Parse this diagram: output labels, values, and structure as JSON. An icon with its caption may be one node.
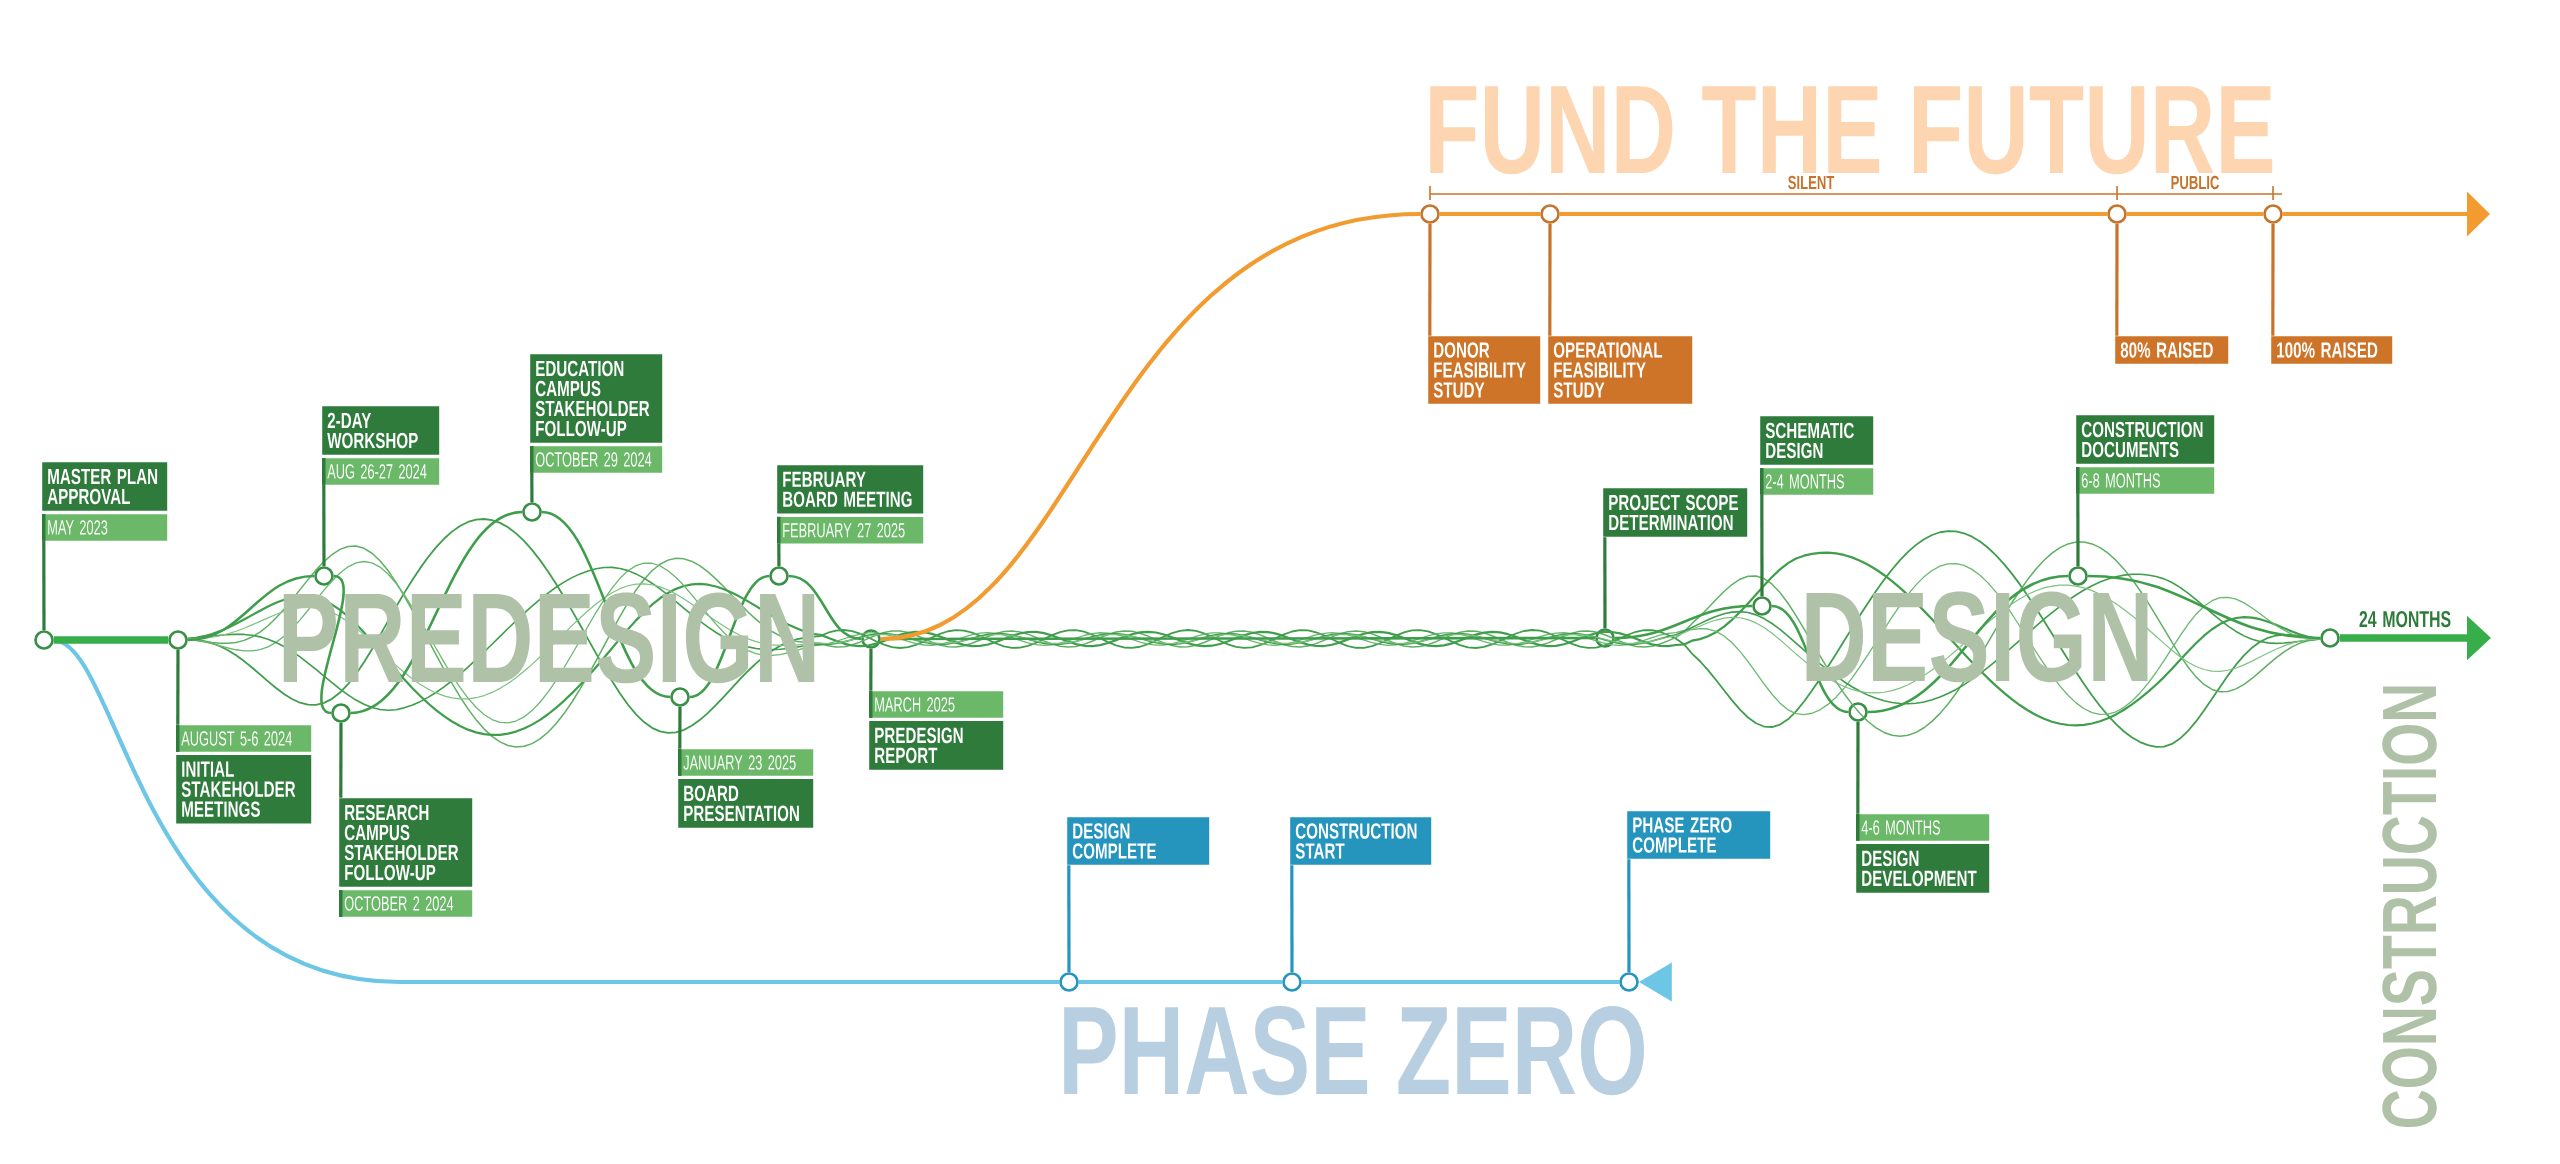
{
  "diagram": {
    "nodes": [
      {
        "text": [
          "MASTER PLAN APPROVAL",
          "MAY 2023"
        ]
      },
      {
        "text": [
          "AUGUST 5-6 2024",
          "INITIAL STAKEHOLDER MEETINGS"
        ]
      },
      {
        "text": [
          "2-DAY WORKSHOP",
          "AUG 26-27 2024"
        ]
      },
      {
        "text": [
          "RESEARCH CAMPUS STAKEHOLDER FOLLOW-UP",
          "OCTOBER 2 2024"
        ]
      },
      {
        "text": [
          "EDUCATION CAMPUS STAKEHOLDER FOLLOW-UP",
          "OCTOBER 29 2024"
        ]
      },
      {
        "text": [
          "JANUARY 23 2025",
          "BOARD PRESENTATION"
        ]
      },
      {
        "text": [
          "FEBRUARY BOARD MEETING",
          "FEBRUARY 27 2025"
        ]
      },
      {
        "text": [
          "MARCH 2025",
          "PREDESIGN REPORT"
        ]
      },
      {
        "text": [
          "DESIGN COMPLETE"
        ]
      },
      {
        "text": [
          "CONSTRUCTION START"
        ]
      },
      {
        "text": [
          "DONOR FEASIBILITY STUDY"
        ]
      },
      {
        "text": [
          "OPERATIONAL FEASIBILITY STUDY"
        ]
      },
      {
        "text": [
          "PROJECT SCOPE DETERMINATION"
        ]
      },
      {
        "text": [
          "PHASE ZERO COMPLETE"
        ]
      },
      {
        "text": [
          "SCHEMATIC DESIGN",
          "2-4 MONTHS"
        ]
      },
      {
        "text": [
          "4-6 MONTHS",
          "DESIGN DEVELOPMENT"
        ]
      },
      {
        "text": [
          "CONSTRUCTION DOCUMENTS",
          "6-8 MONTHS"
        ]
      },
      {
        "text": [
          "80% RAISED"
        ]
      },
      {
        "text": [
          "100% RAISED"
        ]
      },
      {
        "text": [],
        "shape": "circle"
      },
      {
        "text": [],
        "shape": "circle"
      },
      {
        "text": [],
        "shape": "circle"
      },
      {
        "text": [],
        "shape": "circle"
      },
      {
        "text": [],
        "shape": "circle"
      },
      {
        "text": [],
        "shape": "circle"
      },
      {
        "text": [],
        "shape": "circle"
      },
      {
        "text": [],
        "shape": "circle"
      },
      {
        "text": [],
        "shape": "circle"
      },
      {
        "text": [],
        "shape": "circle"
      },
      {
        "text": [],
        "shape": "circle"
      },
      {
        "text": [],
        "shape": "circle"
      },
      {
        "text": [],
        "shape": "circle"
      },
      {
        "text": [],
        "shape": "circle"
      },
      {
        "text": [],
        "shape": "circle"
      },
      {
        "text": [],
        "shape": "circle"
      },
      {
        "text": [],
        "shape": "circle"
      },
      {
        "text": [],
        "shape": "circle"
      },
      {
        "text": [],
        "shape": "circle"
      },
      {
        "text": [],
        "shape": "circle"
      }
    ],
    "edges": [
      {
        "from": 0,
        "to": 19,
        "arrow": "none"
      },
      {
        "from": 1,
        "to": 20,
        "arrow": "none"
      },
      {
        "from": 2,
        "to": 21,
        "arrow": "none"
      },
      {
        "from": 3,
        "to": 22,
        "arrow": "none"
      },
      {
        "from": 4,
        "to": 23,
        "arrow": "none"
      },
      {
        "from": 5,
        "to": 24,
        "arrow": "none"
      },
      {
        "from": 6,
        "to": 25,
        "arrow": "none"
      },
      {
        "from": 7,
        "to": 26,
        "arrow": "none"
      },
      {
        "from": 8,
        "to": 27,
        "arrow": "none",
        "color": "#2595be"
      },
      {
        "from": 9,
        "to": 28,
        "arrow": "none",
        "color": "#2595be"
      },
      {
        "from": 10,
        "to": 29,
        "arrow": "none",
        "color": "#c8732b"
      },
      {
        "from": 11,
        "to": 30,
        "arrow": "none",
        "color": "#c8732b"
      },
      {
        "from": 12,
        "to": 31,
        "arrow": "none"
      },
      {
        "from": 13,
        "to": 32,
        "arrow": "none",
        "color": "#2595be"
      },
      {
        "from": 14,
        "to": 33,
        "arrow": "none"
      },
      {
        "from": 15,
        "to": 34,
        "arrow": "none"
      },
      {
        "from": 16,
        "to": 35,
        "arrow": "none"
      },
      {
        "from": 17,
        "to": 36,
        "arrow": "none",
        "color": "#c8732b"
      },
      {
        "from": 18,
        "to": 37,
        "arrow": "none",
        "color": "#c8732b"
      },
      {
        "from": 19,
        "to": 20,
        "arrow": "none",
        "style": "thick"
      },
      {
        "from": 20,
        "to": 21,
        "arrow": "none"
      },
      {
        "from": 21,
        "to": 22,
        "arrow": "none"
      },
      {
        "from": 22,
        "to": 23,
        "arrow": "none"
      },
      {
        "from": 23,
        "to": 24,
        "arrow": "none"
      },
      {
        "from": 24,
        "to": 25,
        "arrow": "none"
      },
      {
        "from": 25,
        "to": 26,
        "arrow": "none"
      },
      {
        "from": 26,
        "to": 31,
        "arrow": "none"
      },
      {
        "from": 31,
        "to": 33,
        "arrow": "none"
      },
      {
        "from": 33,
        "to": 34,
        "arrow": "none"
      },
      {
        "from": 34,
        "to": 35,
        "arrow": "none"
      },
      {
        "from": 35,
        "to": 38,
        "arrow": "none"
      },
      {
        "from": 38,
        "to": null,
        "arrow": "to",
        "style": "thick",
        "label": "24 MONTHS"
      },
      {
        "from": 26,
        "to": 29,
        "arrow": "none",
        "color": "#f29b30"
      },
      {
        "from": 29,
        "to": 30,
        "arrow": "none",
        "color": "#f29b30"
      },
      {
        "from": 30,
        "to": 36,
        "arrow": "none",
        "color": "#f29b30"
      },
      {
        "from": 36,
        "to": 37,
        "arrow": "none",
        "color": "#f29b30"
      },
      {
        "from": 37,
        "to": null,
        "arrow": "to",
        "color": "#f29b30"
      },
      {
        "from": 19,
        "to": 27,
        "arrow": "none",
        "color": "#6ec6e6"
      },
      {
        "from": 27,
        "to": 28,
        "arrow": "none",
        "color": "#6ec6e6"
      },
      {
        "from": 28,
        "to": 32,
        "arrow": "none",
        "color": "#6ec6e6"
      },
      {
        "from": null,
        "to": 32,
        "arrow": "to",
        "color": "#6ec6e6"
      },
      {
        "from": 20,
        "to": 38,
        "arrow": "none"
      },
      {
        "from": 20,
        "to": 38,
        "arrow": "none",
        "color": "#5fb064"
      },
      {
        "from": 20,
        "to": 38,
        "arrow": "none"
      },
      {
        "from": 20,
        "to": 38,
        "arrow": "none",
        "color": "#6ab870"
      },
      {
        "from": 20,
        "to": 38,
        "arrow": "none"
      },
      {
        "from": 20,
        "to": 38,
        "arrow": "none",
        "color": "#7fc183"
      }
    ],
    "labels": [
      "FUND THE FUTURE",
      "SILENT",
      "PUBLIC",
      "PREDESIGN",
      "DESIGN",
      "CONSTRUCTION",
      "PHASE ZERO"
    ]
  }
}
